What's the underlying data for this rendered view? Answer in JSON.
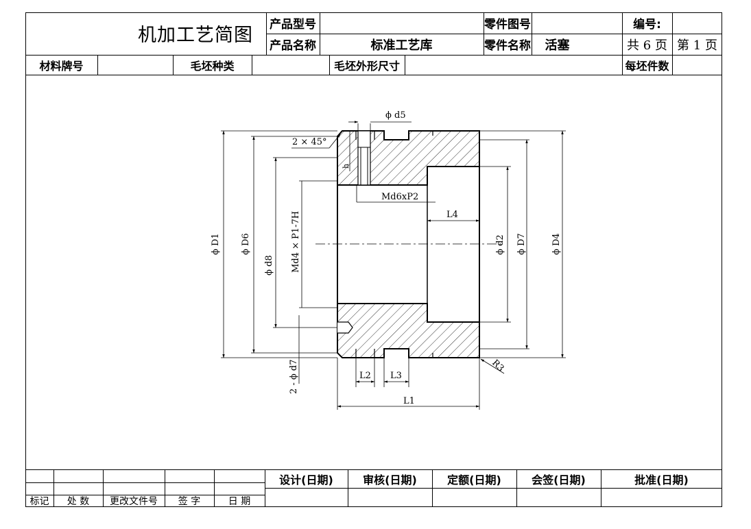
{
  "header": {
    "doc_title": "机加工艺简图",
    "product_model_label": "产品型号",
    "product_model_value": "",
    "product_name_label": "产品名称",
    "product_name_value": "标准工艺库",
    "part_drawing_no_label": "零件图号",
    "part_drawing_no_value": "",
    "part_name_label": "零件名称",
    "part_name_value": "活塞",
    "code_label": "编号:",
    "code_value": "",
    "total_pages": "共 6 页",
    "page_no": "第 1 页"
  },
  "material_row": {
    "material_grade_label": "材料牌号",
    "blank_type_label": "毛坯种类",
    "blank_size_label": "毛坯外形尺寸",
    "pieces_per_blank_label": "每坯件数"
  },
  "drawing": {
    "part": "piston",
    "labels": {
      "d5": "ϕ d5",
      "chamfer": "2 × 45°",
      "h": "h",
      "thread2": "Md6xP2",
      "l4": "L4",
      "d1": "ϕ D1",
      "d6": "ϕ D6",
      "d8": "ϕ d8",
      "thread4": "Md4 × P1-7H",
      "d2": "ϕ d2",
      "d7": "ϕ D7",
      "d4": "ϕ D4",
      "holes": "2 - ϕ d7",
      "l2": "L2",
      "l3": "L3",
      "l1": "L1",
      "r3": "R3"
    }
  },
  "signoff": {
    "design": "设计(日期)",
    "review": "审核(日期)",
    "quota": "定额(日期)",
    "countersign": "会签(日期)",
    "approve": "批准(日期)",
    "mark": "标记",
    "count": "处 数",
    "change_doc": "更改文件号",
    "signature": "签 字",
    "date": "日 期"
  }
}
